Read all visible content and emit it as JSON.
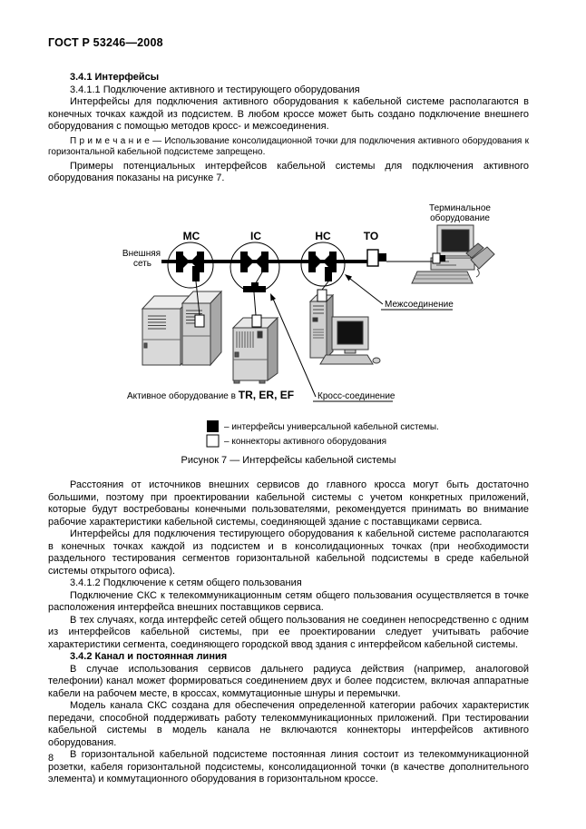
{
  "header": {
    "title": "ГОСТ Р 53246—2008"
  },
  "content": {
    "heading_341": "3.4.1 Интерфейсы",
    "heading_3411": "3.4.1.1 Подключение активного и тестирующего оборудования",
    "p1": "Интерфейсы для подключения активного оборудования к кабельной системе располагаются в конечных точках каждой из подсистем. В любом кроссе может быть создано подключение внешнего оборудования с помощью методов кросс- и межсоединения.",
    "note_label": "П р и м е ч а н и е",
    "note_text": "— Использование консолидационной точки для подключения активного оборудования к горизонтальной кабельной подсистеме запрещено.",
    "p2": "Примеры потенциальных интерфейсов кабельной системы для подключения активного оборудования показаны на рисунке 7.",
    "p3": "Расстояния от источников внешних сервисов до главного кросса могут быть достаточно большими, поэтому при проектировании кабельной системы с учетом конкретных приложений, которые будут востребованы конечными пользователями, рекомендуется принимать во внимание рабочие характеристики кабельной системы, соединяющей здание с поставщиками сервиса.",
    "p4": "Интерфейсы для подключения тестирующего оборудования к кабельной системе располагаются в конечных точках каждой из подсистем и в консолидационных точках (при необходимости раздельного тестирования сегментов горизонтальной кабельной подсистемы в среде кабельной системы открытого офиса).",
    "heading_3412": "3.4.1.2 Подключение к сетям общего пользования",
    "p5": "Подключение СКС к телекоммуникационным сетям общего пользования осуществляется в точке расположения интерфейса внешних поставщиков сервиса.",
    "p6": "В тех случаях, когда интерфейс сетей общего пользования не соединен непосредственно с одним из интерфейсов кабельной системы, при ее проектировании следует учитывать рабочие характеристики сегмента, соединяющего городской ввод здания с интерфейсом кабельной системы.",
    "heading_342": "3.4.2 Канал и постоянная линия",
    "p7": "В случае использования сервисов дальнего радиуса действия (например, аналоговой телефонии) канал может формироваться соединением двух и более подсистем, включая аппаратные кабели на рабочем месте, в кроссах, коммутационные шнуры и перемычки.",
    "p8": "Модель канала СКС создана для обеспечения определенной категории рабочих характеристик передачи, способной поддерживать работу телекоммуникационных приложений. При тестировании кабельной системы в модель канала не включаются коннекторы интерфейсов активного оборудования.",
    "p9": "В горизонтальной кабельной подсистеме постоянная линия состоит из телекоммуникационной розетки, кабеля горизонтальной подсистемы, консолидационной точки (в качестве дополнительного элемента) и коммутационного оборудования в горизонтальном кроссе."
  },
  "figure": {
    "caption": "Рисунок 7 — Интерфейсы кабельной системы",
    "labels": {
      "external_network_1": "Внешняя",
      "external_network_2": "сеть",
      "terminal_1": "Терминальное",
      "terminal_2": "оборудование",
      "mc": "MC",
      "ic": "IC",
      "hc": "HC",
      "to": "TO",
      "interconnect": "Межсоединение",
      "cross_connect": "Кросс-соединение",
      "active_equipment": "Активное оборудование в ",
      "active_equipment_rooms": "TR, ER, EF"
    },
    "legend": [
      {
        "symbol": "black-square",
        "text": "– интерфейсы универсальной кабельной системы."
      },
      {
        "symbol": "white-square",
        "text": "– коннекторы активного оборудования"
      }
    ]
  },
  "footer": {
    "page_number": "8"
  }
}
